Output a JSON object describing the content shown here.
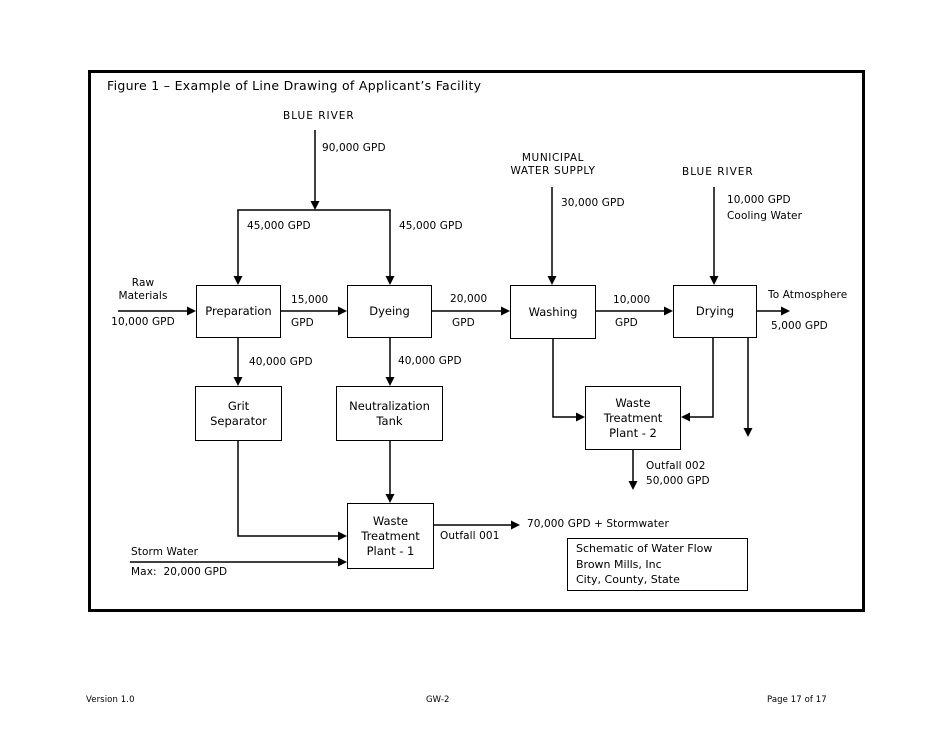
{
  "figure": {
    "title": "Figure 1 – Example of Line Drawing of Applicant’s Facility"
  },
  "boxes": {
    "preparation": "Preparation",
    "dyeing": "Dyeing",
    "washing": "Washing",
    "drying": "Drying",
    "grit_separator": "Grit\nSeparator",
    "neutralization_tank": "Neutralization\nTank",
    "wtp1": "Waste\nTreatment\nPlant - 1",
    "wtp2": "Waste\nTreatment\nPlant - 2",
    "schematic": "Schematic of Water Flow\nBrown Mills, Inc\nCity, County, State"
  },
  "labels": {
    "blue_river_main": "BLUE RIVER",
    "flow_90000": "90,000 GPD",
    "flow_45000_left": "45,000 GPD",
    "flow_45000_right": "45,000 GPD",
    "municipal_supply": "MUNICIPAL\nWATER SUPPLY",
    "flow_30000": "30,000 GPD",
    "blue_river_cooling": "BLUE RIVER",
    "cooling_water": "10,000 GPD\nCooling Water",
    "raw_materials": "Raw\nMaterials",
    "raw_materials_gpd": "10,000 GPD",
    "flow_15000": "15,000",
    "flow_15000_unit": "GPD",
    "flow_20000": "20,000",
    "flow_20000_unit": "GPD",
    "flow_10000": "10,000",
    "flow_10000_unit": "GPD",
    "to_atmosphere": "To Atmosphere",
    "flow_5000": "5,000 GPD",
    "flow_40000_left": "40,000 GPD",
    "flow_40000_right": "40,000 GPD",
    "outfall_002": "Outfall 002\n50,000 GPD",
    "outfall_001": "Outfall 001",
    "flow_70000": "70,000 GPD + Stormwater",
    "storm_water": "Storm Water",
    "storm_water_max": "Max:  20,000 GPD"
  },
  "footer": {
    "version": "Version 1.0",
    "form_id": "GW-2",
    "page": "Page 17 of 17"
  }
}
